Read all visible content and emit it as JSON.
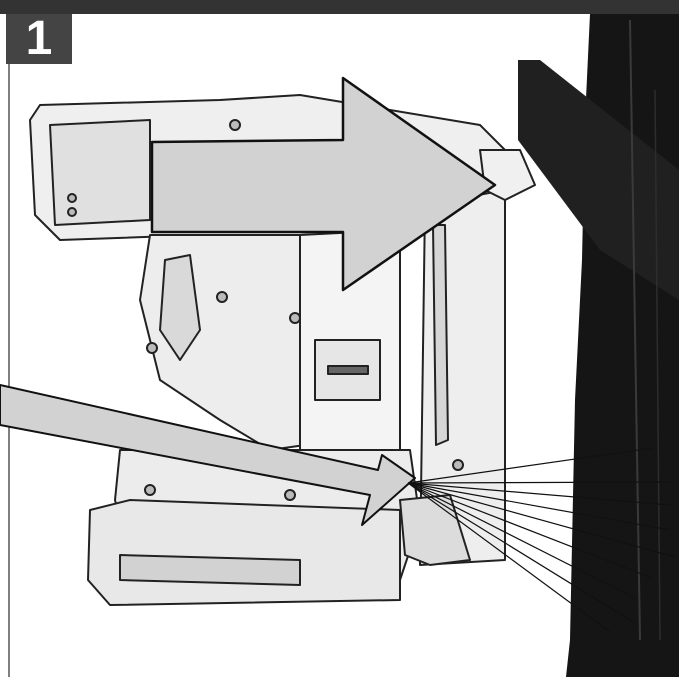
{
  "step": {
    "number": "1"
  },
  "colors": {
    "frame": "#333333",
    "wall": "#1a1a1a",
    "arrow_fill": "#d0d0d0",
    "arrow_stroke": "#111111",
    "tool_body": "#f2f2f2",
    "tool_shade": "#cfcfcf"
  },
  "illustration": {
    "subject": "cordless-brad-nailer",
    "action": "press-nose-against-workpiece"
  }
}
